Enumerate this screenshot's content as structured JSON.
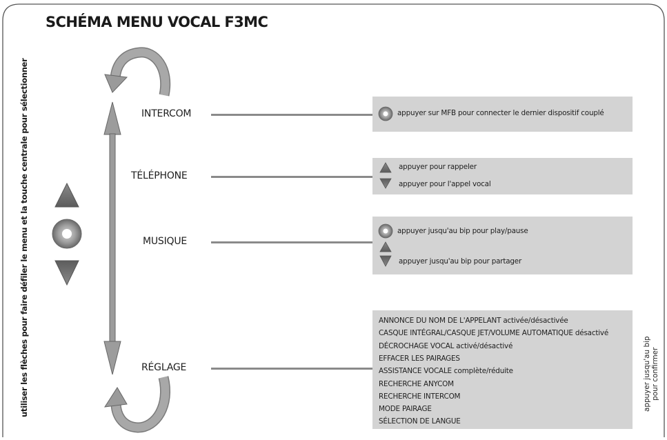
{
  "title": "SCHÉMA MENU VOCAL F3MC",
  "side_instruction": "utiliser les flèches pour faire défiler le menu et la touche centrale pour sélectionner",
  "menu": [
    {
      "label": "INTERCOM",
      "actions": [
        {
          "icon": "center-button-icon",
          "text": "appuyer sur MFB pour connecter le dernier dispositif couplé"
        }
      ]
    },
    {
      "label": "TÉLÉPHONE",
      "actions": [
        {
          "icon": "up-arrow-icon",
          "text": "appuyer pour rappeler"
        },
        {
          "icon": "down-arrow-icon",
          "text": "appuyer pour l'appel vocal"
        }
      ]
    },
    {
      "label": "MUSIQUE",
      "actions": [
        {
          "icon": "center-button-icon",
          "text": "appuyer jusqu'au bip pour play/pause"
        },
        {
          "icon": "up-down-arrows-icon",
          "text": "appuyer jusqu'au bip pour partager"
        }
      ]
    },
    {
      "label": "RÉGLAGE",
      "settings": [
        "ANNONCE DU NOM DE L'APPELANT activée/désactivée",
        "CASQUE INTÉGRAL/CASQUE JET/VOLUME AUTOMATIQUE désactivé",
        "DÉCROCHAGE VOCAL activé/désactivé",
        "EFFACER LES PAIRAGES",
        "ASSISTANCE VOCALE complète/réduite",
        "RECHERCHE ANYCOM",
        "RECHERCHE INTERCOM",
        "MODE PAIRAGE",
        "SÉLECTION DE LANGUE"
      ]
    }
  ],
  "confirm_note": [
    "appuyer jusqu'au bip",
    "pour confirmer"
  ],
  "colors": {
    "box": "#d3d3d3",
    "line": "#8a8a8a",
    "arrow": "#9a9a9a",
    "border": "#555555"
  }
}
